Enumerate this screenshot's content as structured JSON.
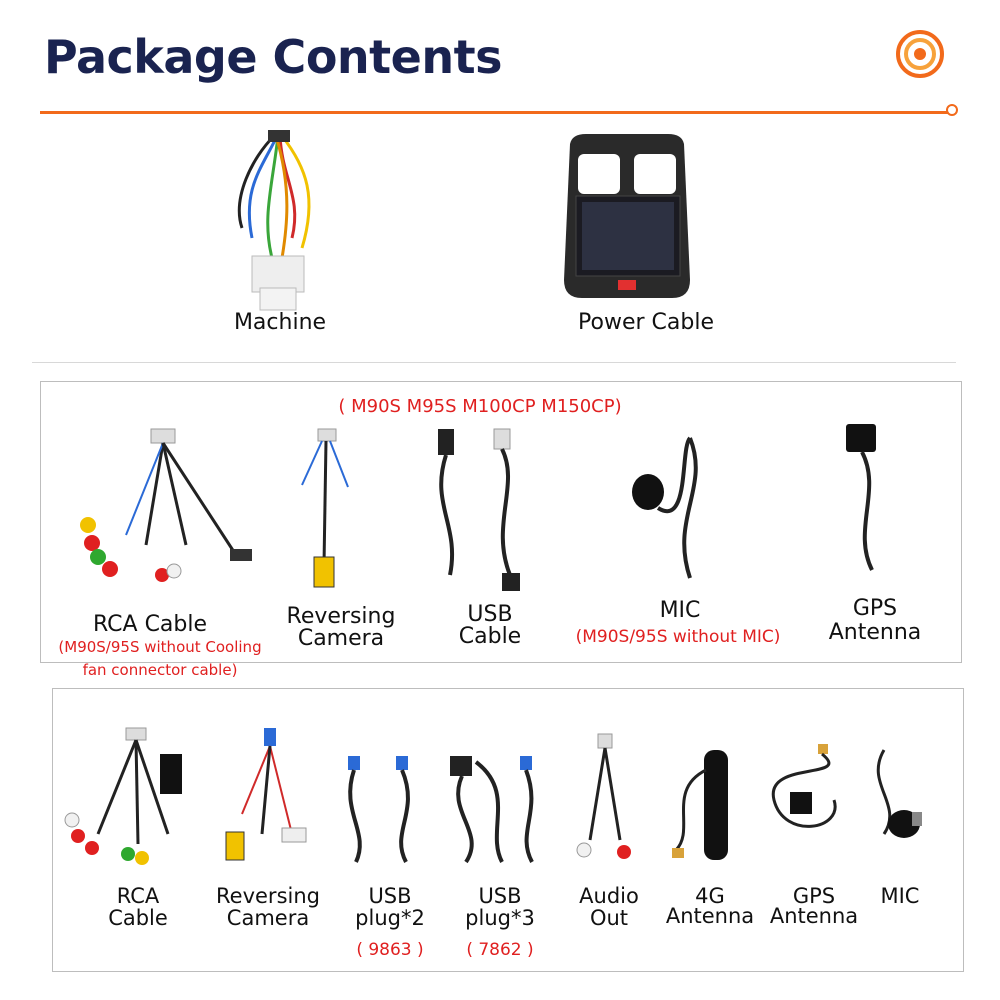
{
  "header": {
    "title": "Package Contents"
  },
  "top_row": {
    "items": [
      {
        "label": "Machine"
      },
      {
        "label": "Power Cable"
      }
    ]
  },
  "section1": {
    "models_note": "( M90S M95S M100CP M150CP)",
    "items": [
      {
        "label": "RCA Cable",
        "note_line1": "(M90S/95S without Cooling",
        "note_line2": "fan connector cable)"
      },
      {
        "label_line1": "Reversing",
        "label_line2": "Camera"
      },
      {
        "label_line1": "USB",
        "label_line2": "Cable"
      },
      {
        "label": "MIC",
        "note": "(M90S/95S without MIC)"
      },
      {
        "label_line1": "GPS",
        "label_line2": "Antenna"
      }
    ]
  },
  "section2": {
    "items": [
      {
        "label_line1": "RCA",
        "label_line2": "Cable"
      },
      {
        "label_line1": "Reversing",
        "label_line2": "Camera"
      },
      {
        "label_line1": "USB",
        "label_line2": "plug*2",
        "note": "( 9863 )"
      },
      {
        "label_line1": "USB",
        "label_line2": "plug*3",
        "note": "( 7862 )"
      },
      {
        "label_line1": "Audio",
        "label_line2": "Out"
      },
      {
        "label_line1": "4G",
        "label_line2": "Antenna"
      },
      {
        "label_line1": "GPS",
        "label_line2": "Antenna"
      },
      {
        "label": "MIC"
      }
    ]
  },
  "colors": {
    "title": "#1a2350",
    "accent": "#f26a1b",
    "note_red": "#e02020"
  }
}
